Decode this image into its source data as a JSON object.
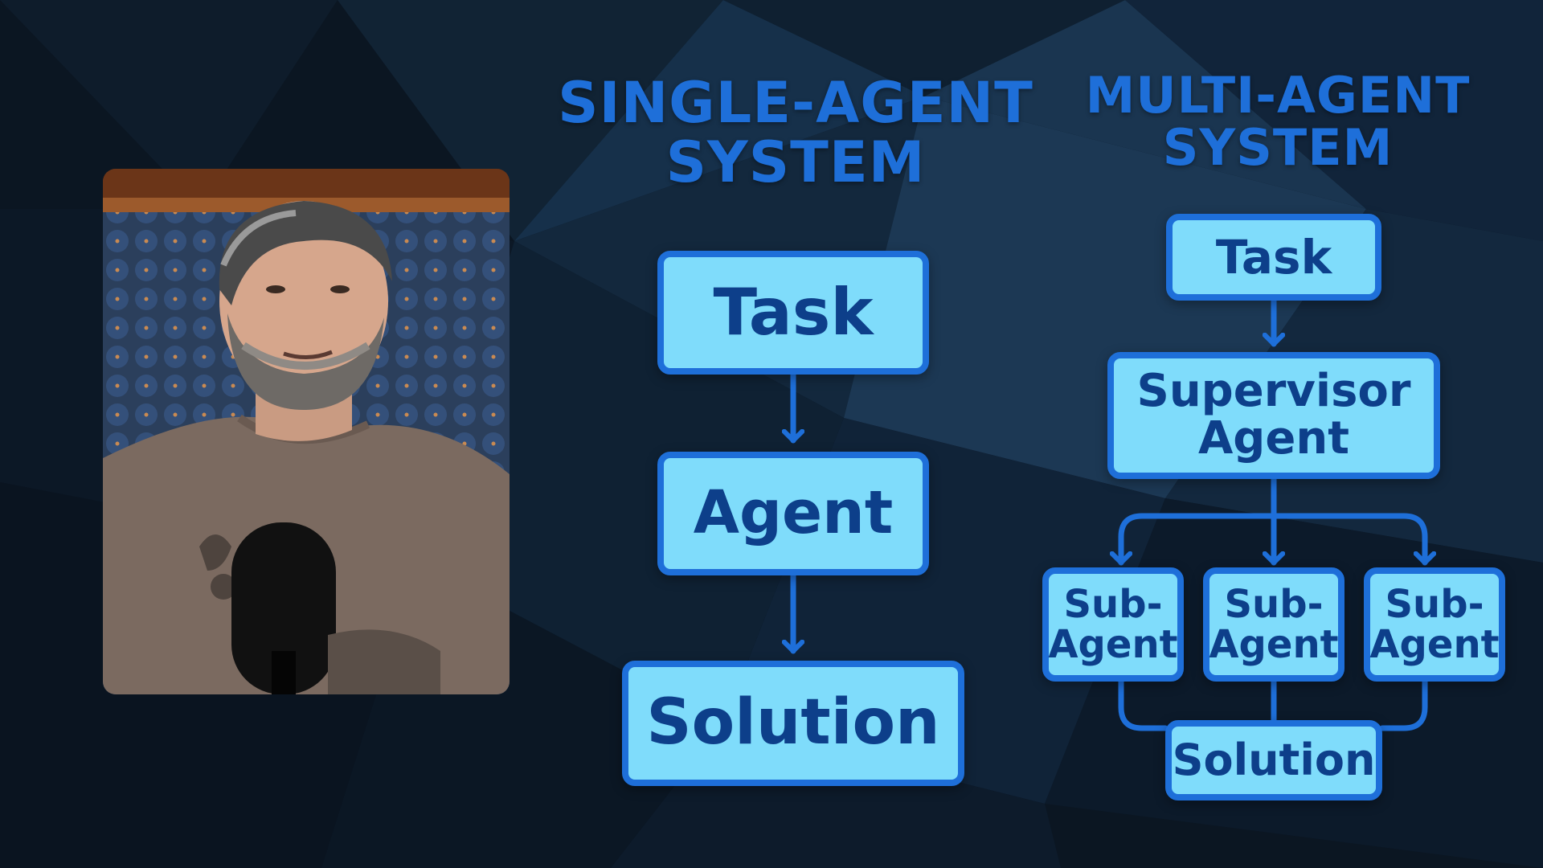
{
  "colors": {
    "accent": "#1e6fd9",
    "box_fill": "#7fdcfb",
    "text_dark": "#0d3f8a",
    "background": "#0b1622"
  },
  "single_agent": {
    "title_line1": "SINGLE-AGENT",
    "title_line2": "SYSTEM",
    "nodes": {
      "task": "Task",
      "agent": "Agent",
      "solution": "Solution"
    }
  },
  "multi_agent": {
    "title_line1": "MULTI-AGENT",
    "title_line2": "SYSTEM",
    "nodes": {
      "task": "Task",
      "supervisor_line1": "Supervisor",
      "supervisor_line2": "Agent",
      "sub_agents": [
        {
          "line1": "Sub-",
          "line2": "Agent"
        },
        {
          "line1": "Sub-",
          "line2": "Agent"
        },
        {
          "line1": "Sub-",
          "line2": "Agent"
        }
      ],
      "solution": "Solution"
    }
  },
  "presenter": {
    "icon": "presenter-webcam-icon"
  }
}
